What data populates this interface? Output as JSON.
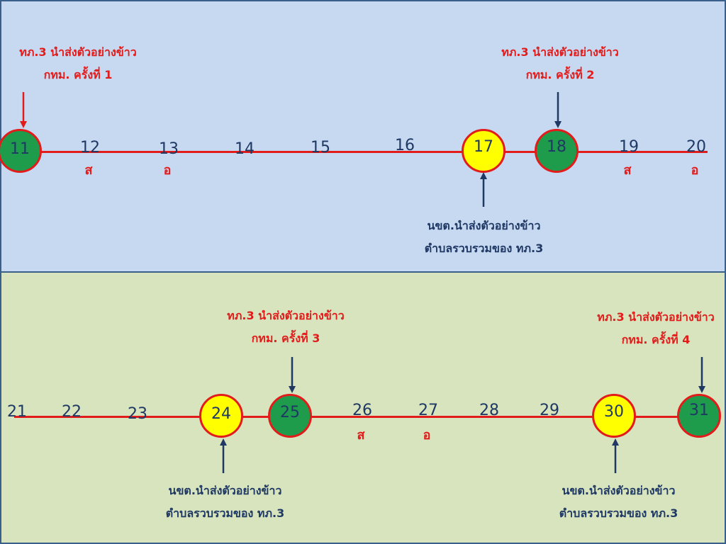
{
  "colors": {
    "red": "#e21b1b",
    "navy": "#1f3864",
    "green": "#1e9c4c",
    "yellow": "#ffff00"
  },
  "week1": {
    "days": [
      {
        "n": "11",
        "mark": "green"
      },
      {
        "n": "12",
        "label": "ส"
      },
      {
        "n": "13",
        "label": "อ"
      },
      {
        "n": "14"
      },
      {
        "n": "15"
      },
      {
        "n": "16"
      },
      {
        "n": "17",
        "mark": "yellow"
      },
      {
        "n": "18",
        "mark": "green"
      },
      {
        "n": "19",
        "label": "ส"
      },
      {
        "n": "20",
        "label": "อ"
      }
    ],
    "notes": {
      "send1_line1": "ทภ.3 นำส่งตัวอย่างข้าว",
      "send1_line2": "กทม. ครั้งที่ 1",
      "send2_line1": "ทภ.3 นำส่งตัวอย่างข้าว",
      "send2_line2": "กทม. ครั้งที่ 2",
      "collect1_line1": "นขต.นำส่งตัวอย่างข้าว",
      "collect1_line2": "ตำบลรวบรวมของ ทภ.3"
    }
  },
  "week2": {
    "days": [
      {
        "n": "21"
      },
      {
        "n": "22"
      },
      {
        "n": "23"
      },
      {
        "n": "24",
        "mark": "yellow"
      },
      {
        "n": "25",
        "mark": "green"
      },
      {
        "n": "26",
        "label": "ส"
      },
      {
        "n": "27",
        "label": "อ"
      },
      {
        "n": "28"
      },
      {
        "n": "29"
      },
      {
        "n": "30",
        "mark": "yellow"
      },
      {
        "n": "31",
        "mark": "green"
      }
    ],
    "notes": {
      "send3_line1": "ทภ.3 นำส่งตัวอย่างข้าว",
      "send3_line2": "กทม. ครั้งที่ 3",
      "send4_line1": "ทภ.3 นำส่งตัวอย่างข้าว",
      "send4_line2": "กทม. ครั้งที่ 4",
      "collect2_line1": "นขต.นำส่งตัวอย่างข้าว",
      "collect2_line2": "ตำบลรวบรวมของ ทภ.3",
      "collect3_line1": "นขต.นำส่งตัวอย่างข้าว",
      "collect3_line2": "ตำบลรวบรวมของ ทภ.3"
    }
  }
}
